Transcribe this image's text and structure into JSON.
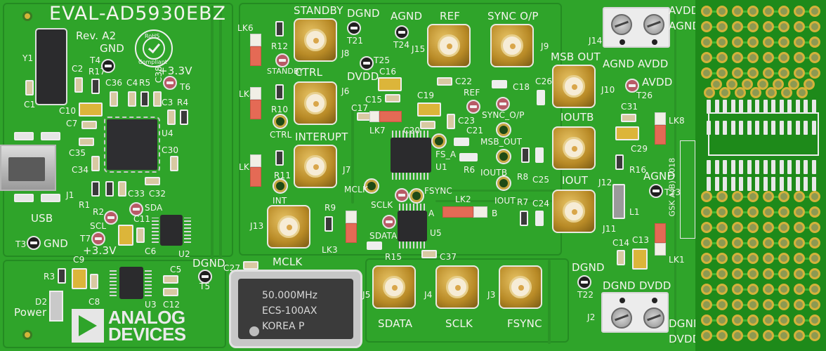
{
  "board": {
    "title": "EVAL-AD5930EBZ",
    "revision": "Rev. A2",
    "rohs": {
      "top": "RoHS",
      "bottom": "Compliant"
    },
    "manufacturer_logo": {
      "line1": "ANALOG",
      "line2": "DEVICES",
      "icon": "analog-devices-triangle-logo"
    },
    "cert_text": "GSK A(B) 1018",
    "colors": {
      "pcb": "#2fa42a",
      "silkscreen": "#f4f4ee",
      "gold": "#d4b23a",
      "jumper": "#e46a55"
    }
  },
  "crystal": {
    "line1": "50.000MHz",
    "line2": "ECS-100AX",
    "line3": "KOREA P"
  },
  "connectors": {
    "standby": {
      "label": "STANDBY",
      "ref": "J8"
    },
    "ctrl": {
      "label": "CTRL",
      "ref": "J6"
    },
    "interupt": {
      "label": "INTERUPT",
      "ref": "J7"
    },
    "mclk": {
      "label": "MCLK",
      "ref": "J13"
    },
    "ref": {
      "label": "REF",
      "ref": "J15"
    },
    "sync": {
      "label": "SYNC O/P",
      "ref": "J9"
    },
    "msb": {
      "label": "MSB OUT",
      "ref": "J10"
    },
    "ioutb": {
      "label": "IOUTB",
      "ref": "J12"
    },
    "iout": {
      "label": "IOUT",
      "ref": "J11"
    },
    "sdata": {
      "label": "SDATA",
      "ref": "J5"
    },
    "sclk": {
      "label": "SCLK",
      "ref": "J4"
    },
    "fsync": {
      "label": "FSYNC",
      "ref": "J3"
    },
    "usb": {
      "label": "USB",
      "ref": "J1"
    }
  },
  "terminals": {
    "j14": {
      "ref": "J14",
      "left": "AGND",
      "right": "AVDD",
      "side_top": "AVDD",
      "side_bottom": "AGND"
    },
    "j2": {
      "ref": "J2",
      "left": "DGND",
      "right": "DVDD",
      "side_top": "DGND",
      "side_bottom": "DVDD"
    }
  },
  "testpoints": {
    "t4": {
      "ref": "T4",
      "label": "GND"
    },
    "t6": {
      "ref": "T6",
      "label": "+3.3V"
    },
    "t3": {
      "ref": "T3",
      "label": "GND"
    },
    "t7": {
      "ref": "T7",
      "label": "+3.3V"
    },
    "t5": {
      "ref": "T5",
      "label": "DGND"
    },
    "t21": {
      "ref": "T21",
      "label": "DGND"
    },
    "t25": {
      "ref": "T25",
      "label": "DVDD"
    },
    "t24": {
      "ref": "T24",
      "label": "AGND"
    },
    "t26": {
      "ref": "T26",
      "label": "AVDD"
    },
    "t23": {
      "ref": "T23",
      "label": "AGND"
    },
    "t22": {
      "ref": "T22",
      "label": "DGND"
    },
    "sda": "SDA",
    "scl": "SCL",
    "standby_tp": "STANDBY",
    "ref_tp": "REF",
    "sync_tp": "SYNC_O/P",
    "sclk_tp": "SCLK",
    "sdata_tp": "SDATA",
    "fsync_tp": "FSYNC"
  },
  "jumpers": {
    "lk6": "LK6",
    "lk4": "LK4",
    "lk5": "LK5",
    "lk3": "LK3",
    "lk7": "LK7",
    "lk2": "LK2",
    "lk8": "LK8",
    "lk1": "LK1",
    "a": "A",
    "b": "B"
  },
  "pads": {
    "ctrl": "CTRL",
    "int": "INT",
    "mclk": "MCLK",
    "fs_a": "FS_A",
    "msb_out": "MSB_OUT",
    "ioutb": "IOUTB",
    "iout": "IOUT",
    "fsync": "FSYNC"
  },
  "parts": {
    "y1": "Y1",
    "u1": "U1",
    "u2": "U2",
    "u3": "U3",
    "u4": "U4",
    "u5": "U5",
    "d2": "D2",
    "power": "Power",
    "l1": "L1",
    "c1": "C1",
    "c2": "C2",
    "c3": "C3",
    "c4": "C4",
    "c5": "C5",
    "c6": "C6",
    "c7": "C7",
    "c8": "C8",
    "c9": "C9",
    "c10": "C10",
    "c11": "C11",
    "c12": "C12",
    "c13": "C13",
    "c14": "C14",
    "c15": "C15",
    "c16": "C16",
    "c17": "C17",
    "c18": "C18",
    "c19": "C19",
    "c20": "C20",
    "c21": "C21",
    "c22": "C22",
    "c23": "C23",
    "c24": "C24",
    "c25": "C25",
    "c26": "C26",
    "c27": "C27",
    "c29": "C29",
    "c30": "C30",
    "c31": "C31",
    "c32": "C32",
    "c33": "C33",
    "c34": "C34",
    "c35": "C35",
    "c36": "C36",
    "c37": "C37",
    "c38": "C38",
    "r1": "R1",
    "r2": "R2",
    "r3": "R3",
    "r4": "R4",
    "r5": "R5",
    "r6": "R6",
    "r7": "R7",
    "r8": "R8",
    "r9": "R9",
    "r10": "R10",
    "r11": "R11",
    "r12": "R12",
    "r15": "R15",
    "r16": "R16",
    "r17": "R17"
  }
}
